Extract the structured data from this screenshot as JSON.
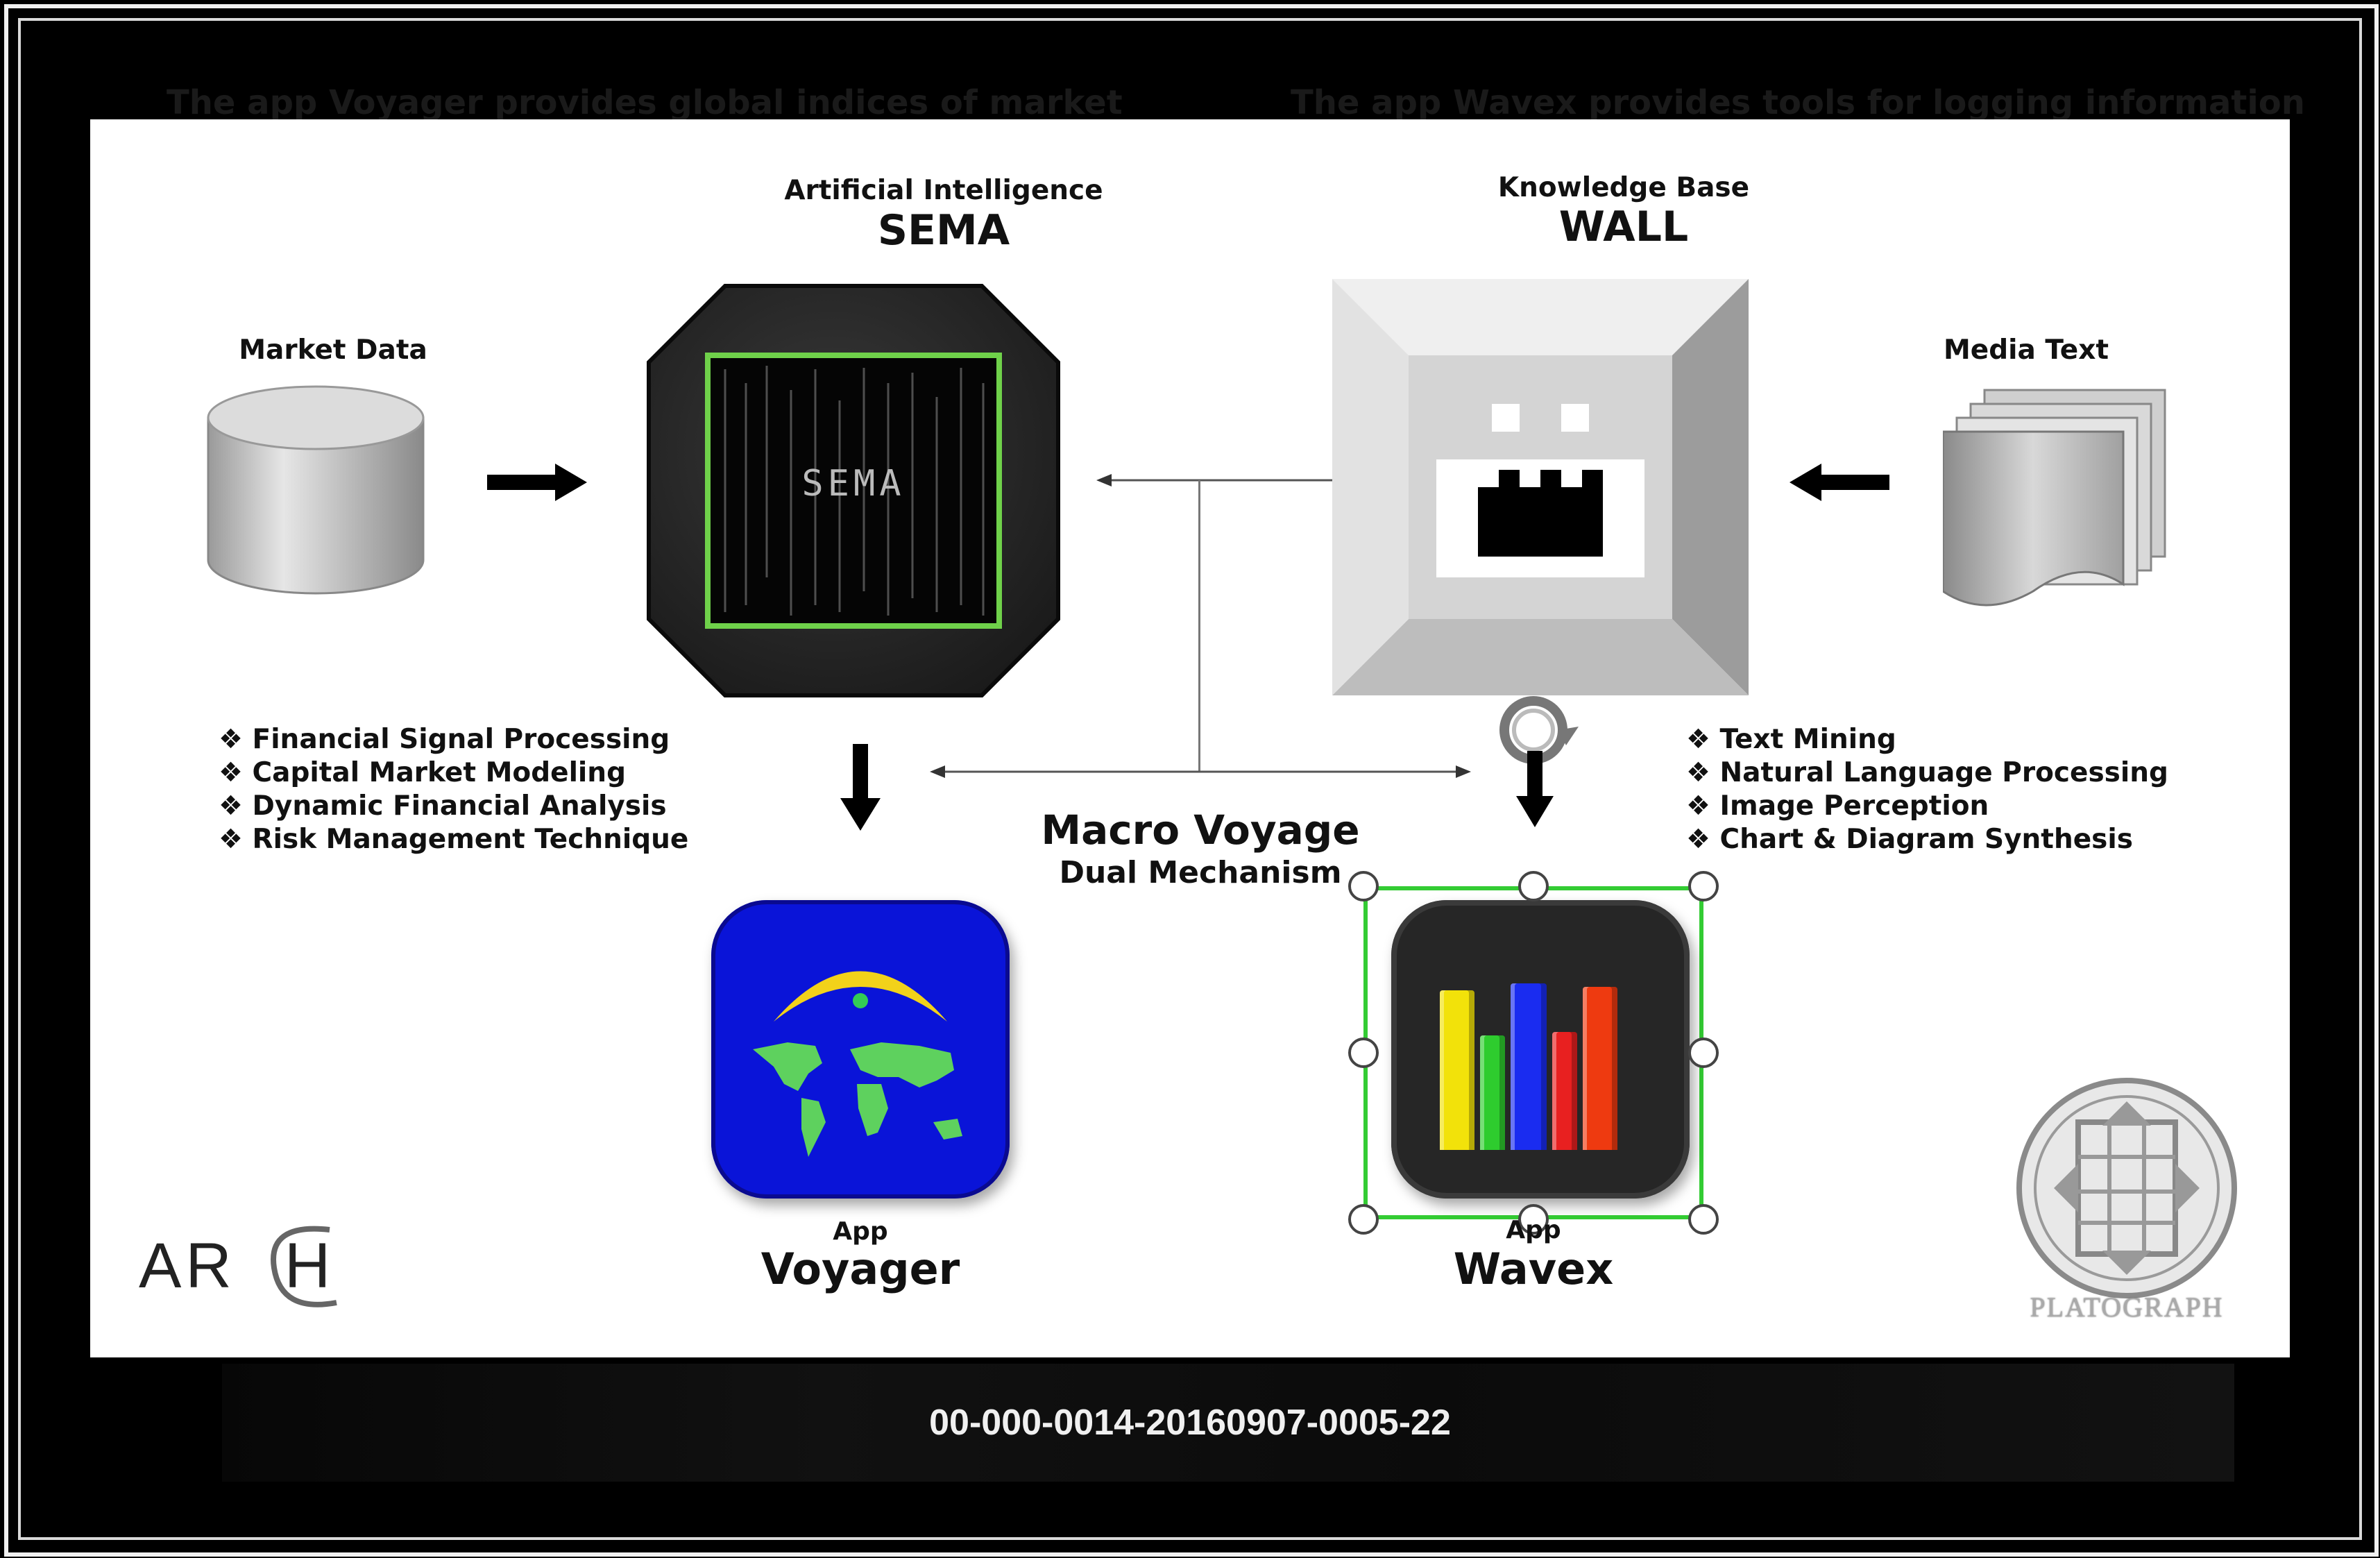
{
  "background_captions": {
    "left": "The app Voyager provides global indices of market",
    "right": "The app Wavex provides tools for logging information"
  },
  "sema": {
    "subtitle": "Artificial Intelligence",
    "title": "SEMA",
    "screen_text": "SEMA"
  },
  "wall": {
    "subtitle": "Knowledge Base",
    "title": "WALL"
  },
  "market_data": {
    "label": "Market Data"
  },
  "media_text": {
    "label": "Media Text"
  },
  "left_features": [
    "Financial Signal Processing",
    "Capital Market Modeling",
    "Dynamic Financial Analysis",
    "Risk Management Technique"
  ],
  "right_features": [
    "Text Mining",
    "Natural Language Processing",
    "Image Perception",
    "Chart & Diagram Synthesis"
  ],
  "bullet": "❖",
  "center": {
    "title": "Macro Voyage",
    "subtitle": "Dual Mechanism"
  },
  "voyager": {
    "small": "App",
    "name": "Voyager"
  },
  "wavex": {
    "small": "App",
    "name": "Wavex"
  },
  "logos": {
    "arch": "AR",
    "arch_tail": "H",
    "platograph": "PLATOGRAPH"
  },
  "slide_id": "00-000-0014-20160907-0005-22",
  "colors": {
    "selection": "#33cc33",
    "voyager_bg": "#0a14d8",
    "sema_glow": "#6fd14a"
  }
}
